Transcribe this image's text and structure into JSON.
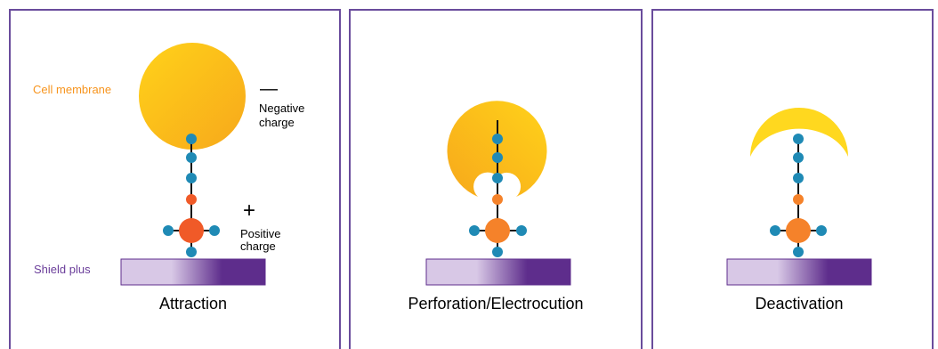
{
  "colors": {
    "panel_border": "#6a4c9c",
    "membrane_light": "#ffd21a",
    "membrane_dark": "#f7a81b",
    "crescent": "#ffd81f",
    "molecule_blue": "#1f8ab5",
    "molecule_orange": "#f05a28",
    "molecule_orange_3": "#f5822a",
    "shield_light": "#d8c8e6",
    "shield_dark": "#5e2d8c",
    "label_orange": "#f7941d",
    "label_purple": "#6a3d9a",
    "text_dark": "#000000"
  },
  "panels": [
    {
      "caption": "Attraction",
      "labels": {
        "cell_membrane": "Cell membrane",
        "negative_symbol": "—",
        "negative_line1": "Negative",
        "negative_line2": "charge",
        "positive_symbol": "+",
        "positive_line1": "Positive",
        "positive_line2": "charge",
        "shield": "Shield plus"
      }
    },
    {
      "caption": "Perforation/Electrocution"
    },
    {
      "caption": "Deactivation"
    }
  ]
}
